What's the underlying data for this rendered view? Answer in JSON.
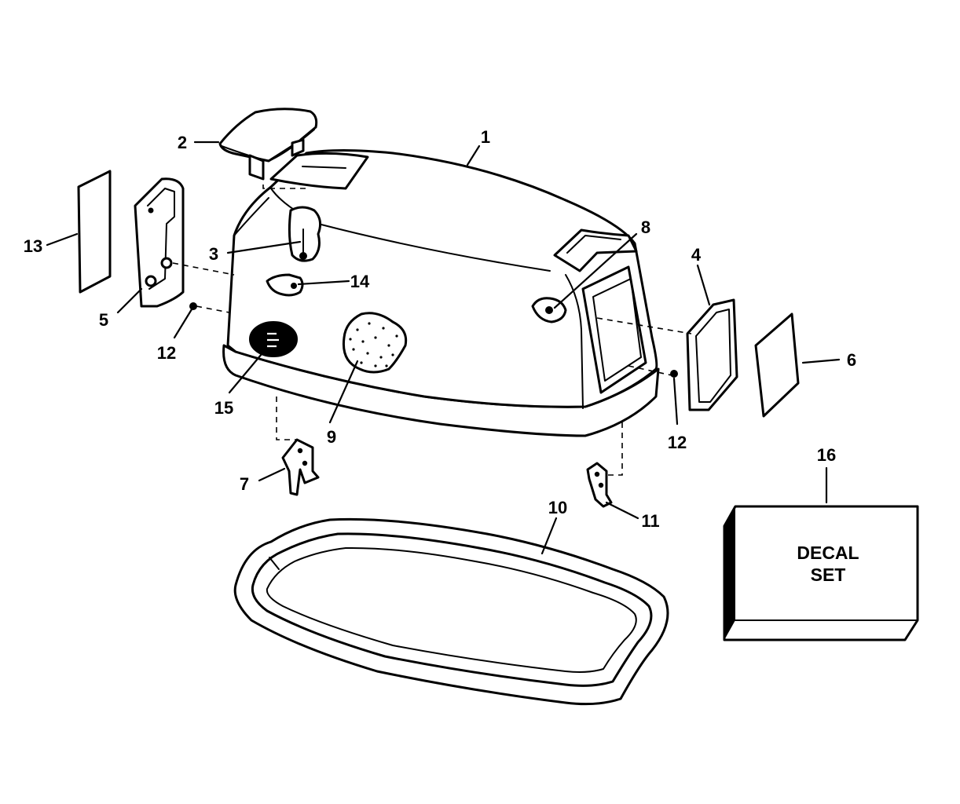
{
  "callouts": {
    "c1": "1",
    "c2": "2",
    "c3": "3",
    "c4": "4",
    "c5": "5",
    "c6": "6",
    "c7": "7",
    "c8": "8",
    "c9": "9",
    "c10": "10",
    "c11": "11",
    "c12a": "12",
    "c12b": "12",
    "c13": "13",
    "c14": "14",
    "c15": "15",
    "c16": "16"
  },
  "decal_box": {
    "line1": "DECAL",
    "line2": "SET"
  },
  "colors": {
    "ink": "#000000",
    "paper": "#ffffff"
  }
}
